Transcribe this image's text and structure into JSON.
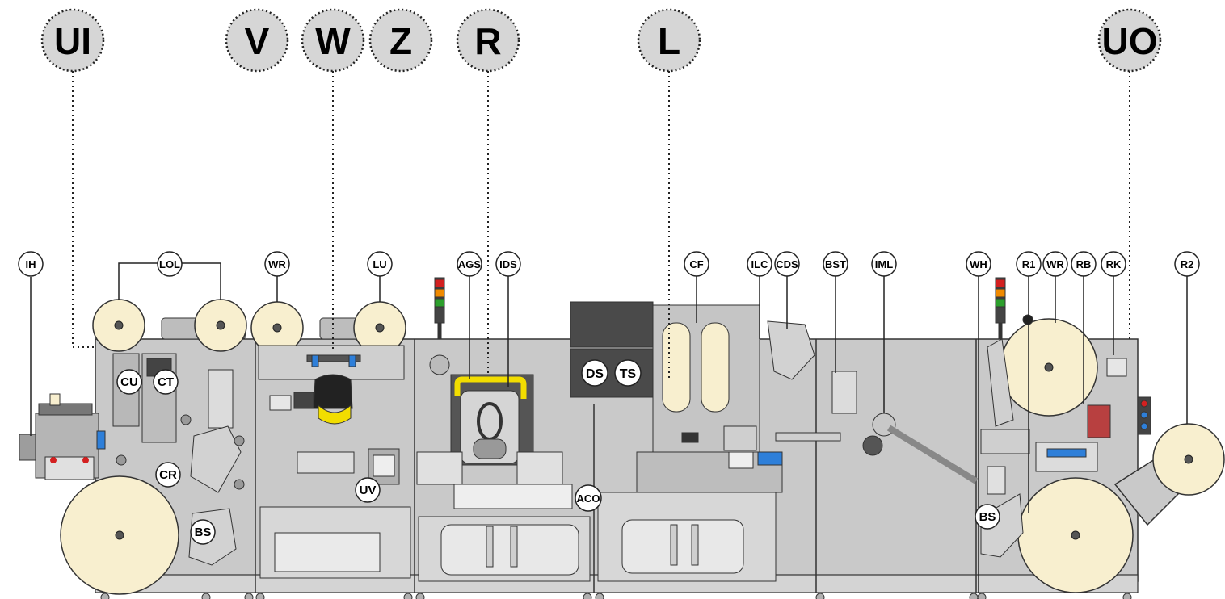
{
  "module_labels": [
    {
      "id": "ui",
      "text": "UI"
    },
    {
      "id": "v",
      "text": "V"
    },
    {
      "id": "w",
      "text": "W"
    },
    {
      "id": "z",
      "text": "Z"
    },
    {
      "id": "r",
      "text": "R"
    },
    {
      "id": "l",
      "text": "L"
    },
    {
      "id": "uo",
      "text": "UO"
    }
  ],
  "component_labels": [
    {
      "id": "ih",
      "text": "IH"
    },
    {
      "id": "lol",
      "text": "LOL"
    },
    {
      "id": "wr-1",
      "text": "WR"
    },
    {
      "id": "lu",
      "text": "LU"
    },
    {
      "id": "ags",
      "text": "AGS"
    },
    {
      "id": "ids",
      "text": "IDS"
    },
    {
      "id": "cf",
      "text": "CF"
    },
    {
      "id": "ilc",
      "text": "ILC"
    },
    {
      "id": "cds",
      "text": "CDS"
    },
    {
      "id": "bst",
      "text": "BST"
    },
    {
      "id": "iml",
      "text": "IML"
    },
    {
      "id": "wh",
      "text": "WH"
    },
    {
      "id": "r1",
      "text": "R1"
    },
    {
      "id": "wr-2",
      "text": "WR"
    },
    {
      "id": "rb",
      "text": "RB"
    },
    {
      "id": "rk",
      "text": "RK"
    },
    {
      "id": "r2",
      "text": "R2"
    }
  ],
  "inner_labels": [
    {
      "id": "cu",
      "text": "CU"
    },
    {
      "id": "ct",
      "text": "CT"
    },
    {
      "id": "cr",
      "text": "CR"
    },
    {
      "id": "bs-1",
      "text": "BS"
    },
    {
      "id": "uv",
      "text": "UV"
    },
    {
      "id": "aco",
      "text": "ACO"
    },
    {
      "id": "ds",
      "text": "DS"
    },
    {
      "id": "ts",
      "text": "TS"
    },
    {
      "id": "bs-2",
      "text": "BS"
    }
  ],
  "colors": {
    "roll_fill": "#f8efcf",
    "frame_fill": "#c9c9c9",
    "frame_dark": "#9d9d9d",
    "panel_dark": "#4a4a4a",
    "accent_yellow": "#f2dd00",
    "stack_red": "#d32020",
    "stack_orange": "#f08a00",
    "stack_green": "#2da02d",
    "label_bg": "#d6d6d6"
  }
}
